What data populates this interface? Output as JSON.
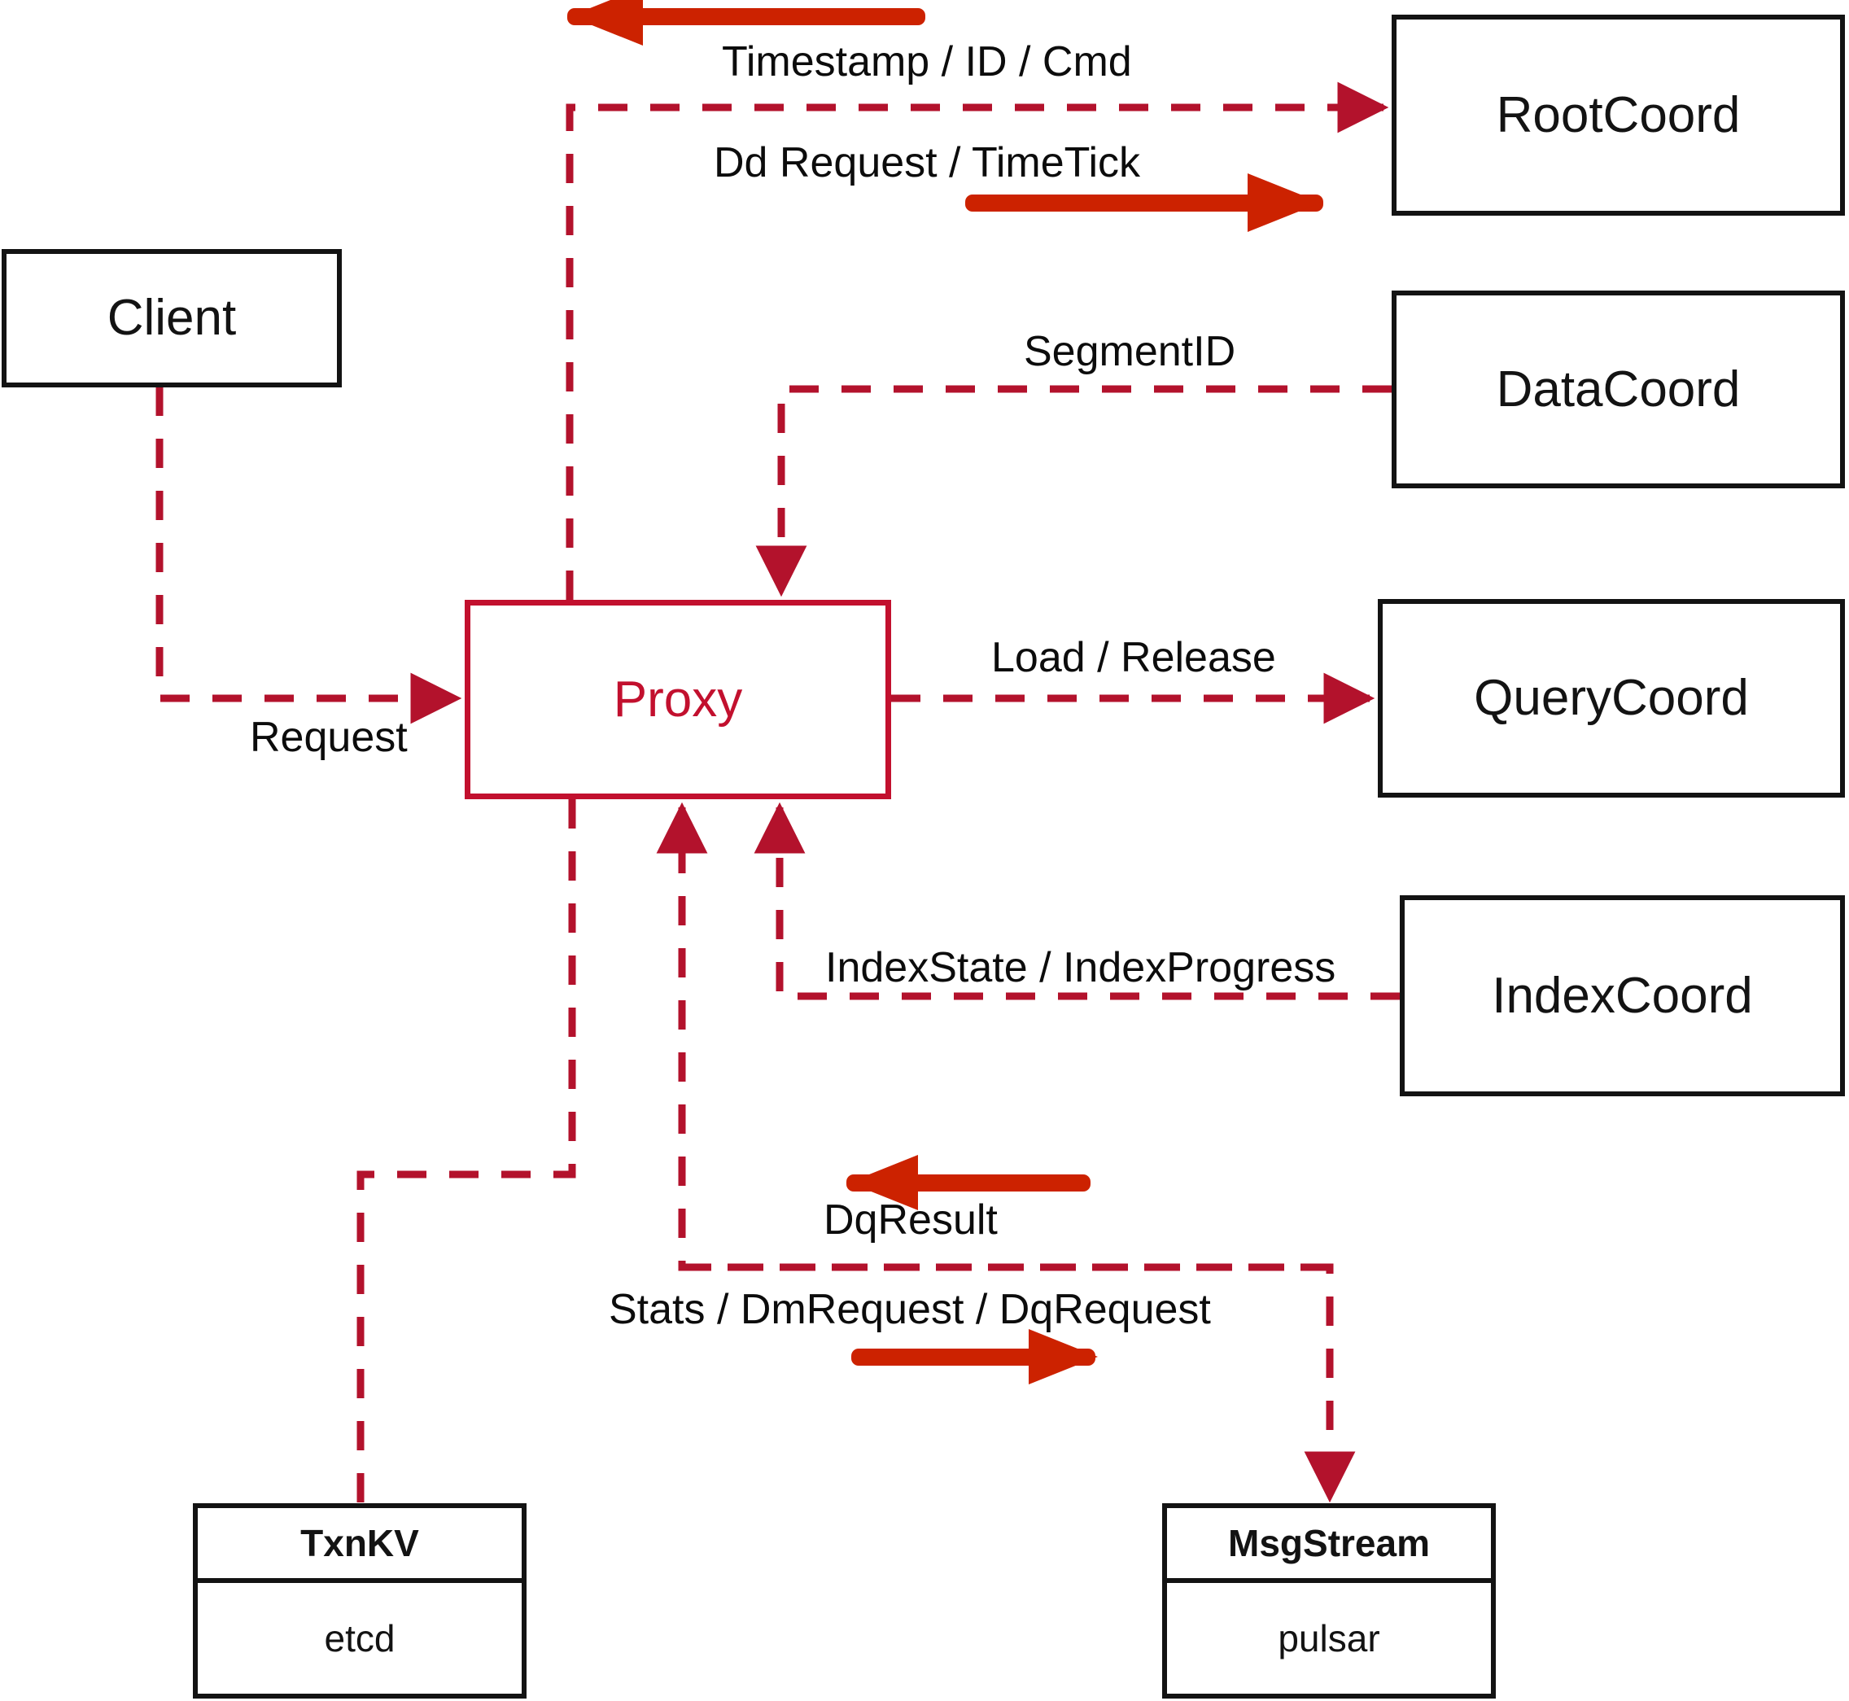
{
  "diagram": {
    "title": "Milvus Proxy interaction diagram",
    "accent_color": "#c2102e",
    "arrow_color": "#cc2200",
    "node_border_color": "#131313",
    "background": "#ffffff"
  },
  "nodes": {
    "client": {
      "label": "Client"
    },
    "proxy": {
      "label": "Proxy"
    },
    "root_coord": {
      "label": "RootCoord"
    },
    "data_coord": {
      "label": "DataCoord"
    },
    "query_coord": {
      "label": "QueryCoord"
    },
    "index_coord": {
      "label": "IndexCoord"
    },
    "txnkv": {
      "title": "TxnKV",
      "impl": "etcd"
    },
    "msgstream": {
      "title": "MsgStream",
      "impl": "pulsar"
    }
  },
  "edge_labels": {
    "timestamp_id_cmd": "Timestamp / ID / Cmd",
    "dd_request_timetick": "Dd Request / TimeTick",
    "segment_id": "SegmentID",
    "request": "Request",
    "load_release": "Load / Release",
    "index_state_progress": "IndexState / IndexProgress",
    "dq_result": "DqResult",
    "stats_dm_dq_request": "Stats / DmRequest / DqRequest"
  },
  "edges": [
    {
      "name": "rootcoord-to-proxy",
      "label": "Timestamp / ID / Cmd",
      "from": "root_coord",
      "to": "proxy",
      "direction": "left"
    },
    {
      "name": "proxy-to-rootcoord",
      "label": "Dd Request / TimeTick",
      "from": "proxy",
      "to": "root_coord",
      "direction": "right"
    },
    {
      "name": "datacoord-to-proxy",
      "label": "SegmentID",
      "from": "data_coord",
      "to": "proxy",
      "direction": "left"
    },
    {
      "name": "client-to-proxy",
      "label": "Request",
      "from": "client",
      "to": "proxy",
      "direction": "right"
    },
    {
      "name": "proxy-to-querycoord",
      "label": "Load / Release",
      "from": "proxy",
      "to": "query_coord",
      "direction": "right"
    },
    {
      "name": "indexcoord-to-proxy",
      "label": "IndexState / IndexProgress",
      "from": "index_coord",
      "to": "proxy",
      "direction": "left"
    },
    {
      "name": "msgstream-to-proxy",
      "label": "DqResult",
      "from": "msgstream",
      "to": "proxy",
      "direction": "left"
    },
    {
      "name": "proxy-to-msgstream",
      "label": "Stats / DmRequest / DqRequest",
      "from": "proxy",
      "to": "msgstream",
      "direction": "right"
    },
    {
      "name": "proxy-to-txnkv",
      "label": "",
      "from": "proxy",
      "to": "txnkv",
      "direction": "none"
    }
  ]
}
